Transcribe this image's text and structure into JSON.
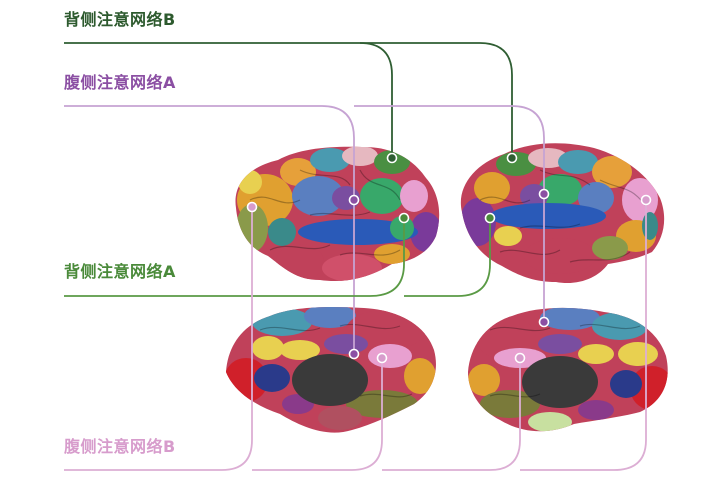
{
  "labels": {
    "dorsal_b": "背侧注意网络B",
    "ventral_a": "腹侧注意网络A",
    "dorsal_a": "背侧注意网络A",
    "ventral_b": "腹侧注意网络B"
  },
  "colors": {
    "dorsal_b": "#2d5a2e",
    "ventral_a": "#8b4fa3",
    "dorsal_a": "#4a8a3a",
    "ventral_b": "#d79ccc",
    "ventral_a_line": "#c6a3d3",
    "dorsal_b_line": "#2f5e33",
    "dorsal_a_line": "#5a9a45",
    "ventral_b_line": "#dcaed4"
  }
}
